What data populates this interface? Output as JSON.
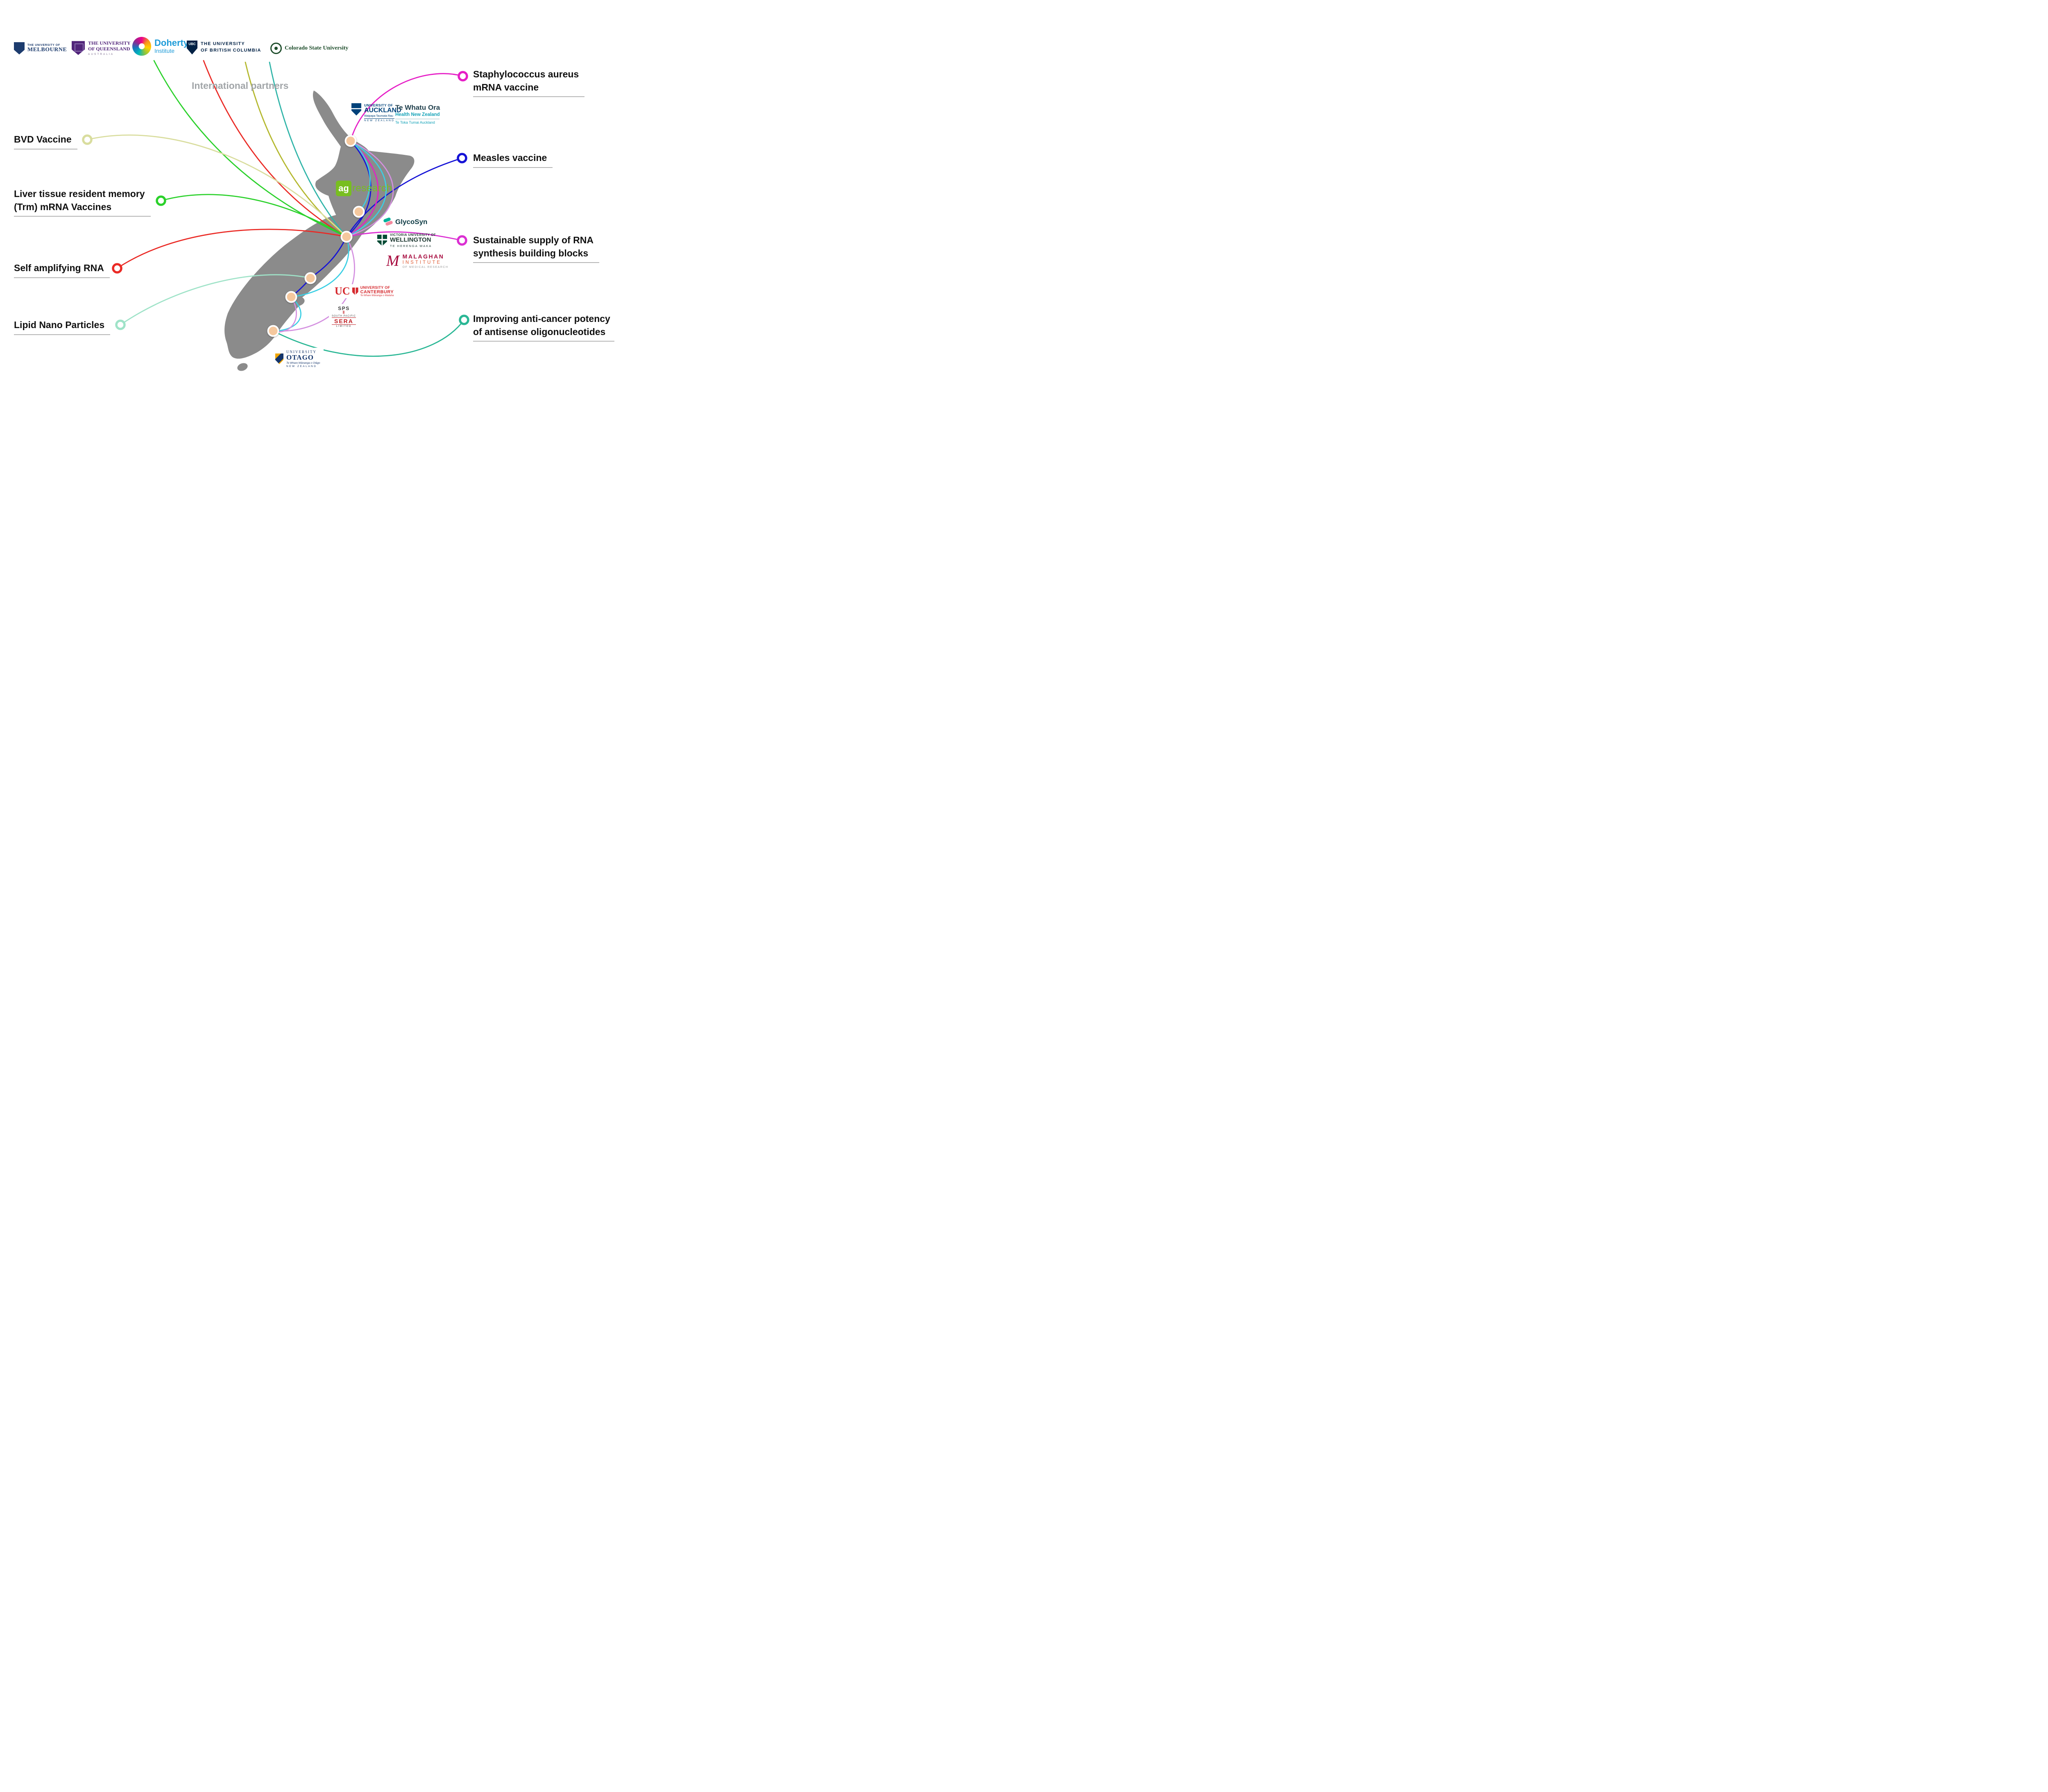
{
  "heading": {
    "international_partners": "International partners"
  },
  "colors": {
    "map": "#8b8b8b",
    "node_fill": "#f5c89e",
    "green": "#2bd12b",
    "red": "#ea2a25",
    "olive": "#b4b82e",
    "teal_top": "#2fb4a8",
    "cyan": "#3bcfe4",
    "pink": "#d490e0",
    "blue": "#1512d6",
    "magenta": "#e61ec6"
  },
  "projects": [
    {
      "id": "staph_aureus",
      "lines": [
        "Staphylococcus aureus",
        "mRNA vaccine"
      ],
      "color": "#e61ec6"
    },
    {
      "id": "measles",
      "lines": [
        "Measles vaccine"
      ],
      "color": "#1512d6"
    },
    {
      "id": "bvd",
      "lines": [
        "BVD Vaccine"
      ],
      "color": "#d9dd9e"
    },
    {
      "id": "liver_trm",
      "lines": [
        "Liver tissue resident memory",
        "(Trm) mRNA Vaccines"
      ],
      "color": "#2bd12b"
    },
    {
      "id": "self_amplifying_rna",
      "lines": [
        "Self amplifying RNA"
      ],
      "color": "#ea2a25"
    },
    {
      "id": "sustainable_rna_supply",
      "lines": [
        "Sustainable supply of RNA",
        "synthesis building blocks"
      ],
      "color": "#db2fd2"
    },
    {
      "id": "lipid_nano_particles",
      "lines": [
        "Lipid Nano Particles"
      ],
      "color": "#9fe3c8"
    },
    {
      "id": "antisense_oligonucleotides",
      "lines": [
        "Improving anti-cancer potency",
        "of antisense oligonucleotides"
      ],
      "color": "#2ab795"
    }
  ],
  "international_partners": {
    "melbourne": {
      "line1": "THE UNIVERSITY OF",
      "line2": "MELBOURNE"
    },
    "queensland": {
      "line1": "THE UNIVERSITY",
      "line2": "OF QUEENSLAND",
      "line3": "AUSTRALIA"
    },
    "doherty": {
      "line1": "Doherty",
      "line2": "Institute"
    },
    "ubc": {
      "shield": "UBC",
      "line1": "THE UNIVERSITY",
      "line2": "OF BRITISH COLUMBIA"
    },
    "colorado": {
      "name": "Colorado State University"
    }
  },
  "nz_partners": {
    "auckland": {
      "line1": "UNIVERSITY OF",
      "line2": "AUCKLAND",
      "line3": "Waipapa Taumata Rau",
      "line4": "NEW ZEALAND"
    },
    "te_whatu_ora": {
      "line1": "Te Whatu Ora",
      "line2": "Health New Zealand",
      "line3": "Te Toka Tumai Auckland"
    },
    "agresearch": {
      "box": "ag",
      "text": "research"
    },
    "glycosyn": {
      "name": "GlycoSyn"
    },
    "vuw": {
      "line1": "VICTORIA UNIVERSITY OF",
      "line2": "WELLINGTON",
      "line3": "TE HERENGA WAKA"
    },
    "malaghan": {
      "initial": "M",
      "line1": "MALAGHAN",
      "line2": "INSTITUTE",
      "line3": "OF MEDICAL RESEARCH"
    },
    "canterbury": {
      "initials": "UC",
      "line1": "UNIVERSITY OF",
      "line2": "CANTERBURY",
      "line3": "Te Whare Wānanga o Waitaha"
    },
    "sps": {
      "initials": "SPS",
      "line1": "SOUTH PACIFIC",
      "line2": "SERA",
      "line3": "LIMITED"
    },
    "otago": {
      "line1": "UNIVERSITY",
      "line2": "OTAGO",
      "line3": "Te Whare Wānanga o Otāgo",
      "line4": "NEW ZEALAND"
    }
  }
}
